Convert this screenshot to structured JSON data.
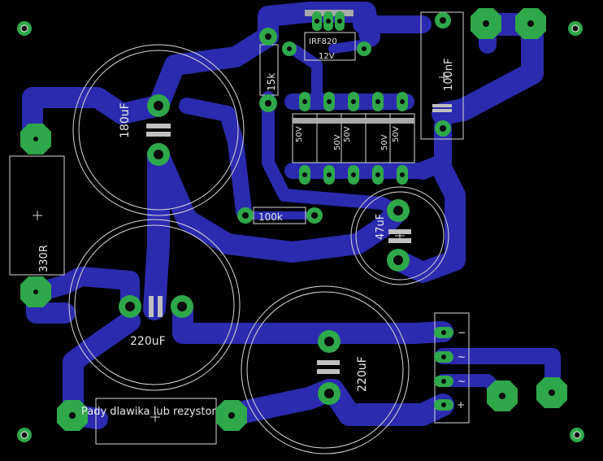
{
  "board": {
    "background": "#000000",
    "trace_color": "#2b2bb0",
    "pad_color": "#2ea84a",
    "hole_color": "#0a0a0a",
    "silk_color": "#d8d8d8"
  },
  "labels": {
    "c180": "180uF",
    "c220_left": "220uF",
    "c220_right": "220uF",
    "c47": "47uF",
    "c100n": "100nF",
    "r330": "330R",
    "r15k": "15k",
    "r100k": "100k",
    "ic": "IRF820",
    "zener": "12V",
    "d1": "50V",
    "d2": "50V",
    "d3": "50V",
    "d4": "50V",
    "d5": "50V",
    "choke": "Pady dlawika lub rezystor",
    "conn_minus": "−",
    "conn_ac1": "~",
    "conn_ac2": "~",
    "conn_plus": "+"
  }
}
